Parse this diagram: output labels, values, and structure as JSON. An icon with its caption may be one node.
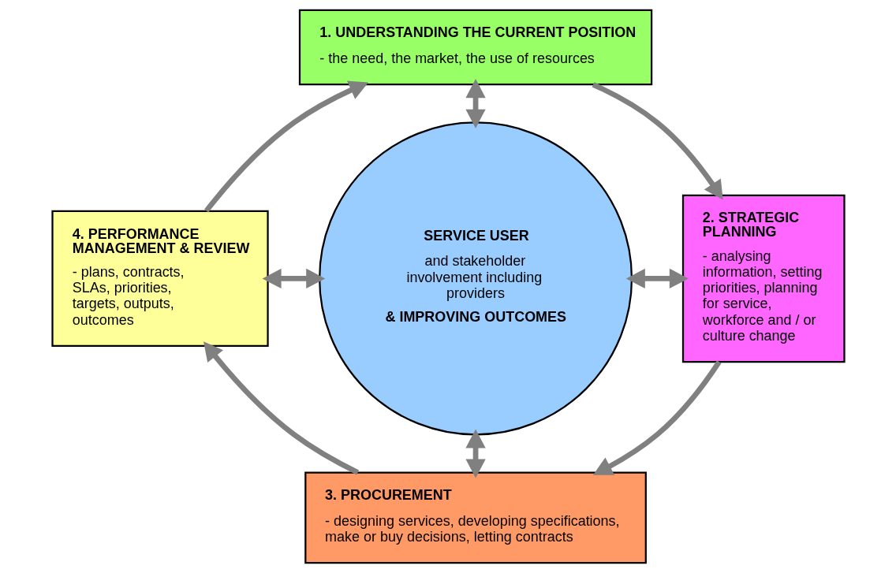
{
  "diagram": {
    "nodes": [
      {
        "text": [
          "1. UNDERSTANDING THE CURRENT POSITION",
          "- the need, the market, the use of resources"
        ]
      },
      {
        "text": [
          "2. STRATEGIC PLANNING",
          "- analysing information, setting priorities, planning for service, workforce and / or culture change"
        ]
      },
      {
        "text": [
          "3. PROCUREMENT",
          "- designing services, developing specifications, make or buy decisions, letting contracts"
        ]
      },
      {
        "text": [
          "4. PERFORMANCE MANAGEMENT & REVIEW",
          "- plans, contracts, SLAs, priorities, targets, outputs, outcomes"
        ]
      },
      {
        "text": [
          "SERVICE USER",
          "and stakeholder involvement including providers",
          "& IMPROVING OUTCOMES"
        ]
      }
    ],
    "edges": [
      {
        "from": 0,
        "to": 1,
        "arrow": "to"
      },
      {
        "from": 1,
        "to": 2,
        "arrow": "to"
      },
      {
        "from": 2,
        "to": 3,
        "arrow": "to"
      },
      {
        "from": 3,
        "to": 0,
        "arrow": "to"
      },
      {
        "from": 0,
        "to": 4,
        "arrow": "both"
      },
      {
        "from": 4,
        "to": 1,
        "arrow": "both"
      },
      {
        "from": 4,
        "to": 2,
        "arrow": "both"
      },
      {
        "from": 3,
        "to": 4,
        "arrow": "both"
      }
    ]
  }
}
